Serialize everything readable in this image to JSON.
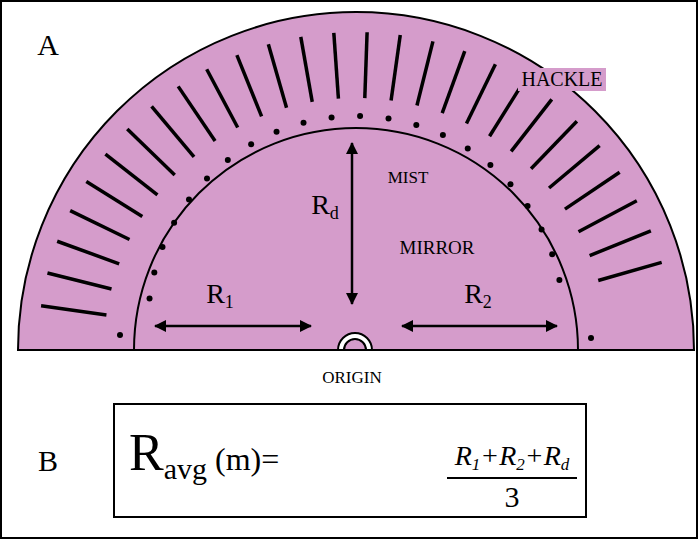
{
  "diagram": {
    "nodes": [
      {
        "text": [
          "Ravg (m)=",
          "R1+R2+Rd",
          "3"
        ]
      }
    ],
    "labels": [
      "A",
      "B",
      "HACKLE",
      "MIST",
      "MIRROR",
      "Rd",
      "R1",
      "R2",
      "ORIGIN"
    ]
  }
}
